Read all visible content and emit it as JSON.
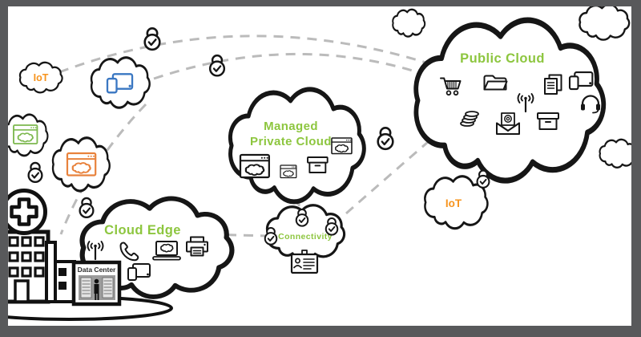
{
  "diagram": {
    "clouds": {
      "public": {
        "label": "Public Cloud"
      },
      "managed_private": {
        "label_line1": "Managed",
        "label_line2": "Private Cloud"
      },
      "cloud_edge": {
        "label": "Cloud Edge"
      },
      "connectivity": {
        "label": "Connectivity"
      },
      "iot_top_left": {
        "label": "IoT"
      },
      "iot_bottom_right": {
        "label": "IoT"
      }
    },
    "building": {
      "data_center_label": "Data Center"
    },
    "icons": {
      "public_cloud": [
        "shopping-cart-icon",
        "folder-icon",
        "documents-icon",
        "devices-icon",
        "broadcast-antenna-icon",
        "headset-icon",
        "coins-icon",
        "email-at-icon",
        "storage-box-icon"
      ],
      "managed_private_cloud": [
        "browser-cloud-icon",
        "browser-cloud-icon",
        "storage-box-icon",
        "browser-cloud-icon"
      ],
      "cloud_edge": [
        "broadcast-antenna-icon",
        "phone-handset-icon",
        "laptop-cloud-icon",
        "printer-icon",
        "devices-icon"
      ],
      "connectivity": [
        "padlock-check-icon",
        "padlock-check-icon",
        "padlock-check-icon",
        "id-badge-icon"
      ],
      "standalone": [
        "padlock-check-icon",
        "browser-cloud-icon-green",
        "browser-cloud-icon-orange",
        "devices-icon-blue",
        "hospital-building",
        "data-center-box"
      ]
    },
    "colors": {
      "frame_gray": "#58595b",
      "label_green": "#8dc63f",
      "label_orange": "#f7941e",
      "device_blue": "#3a77c2",
      "browser_green": "#7cb84e",
      "browser_orange": "#e8823c",
      "outline_black": "#161616",
      "dashed_link_gray": "#bbbbbb"
    }
  }
}
